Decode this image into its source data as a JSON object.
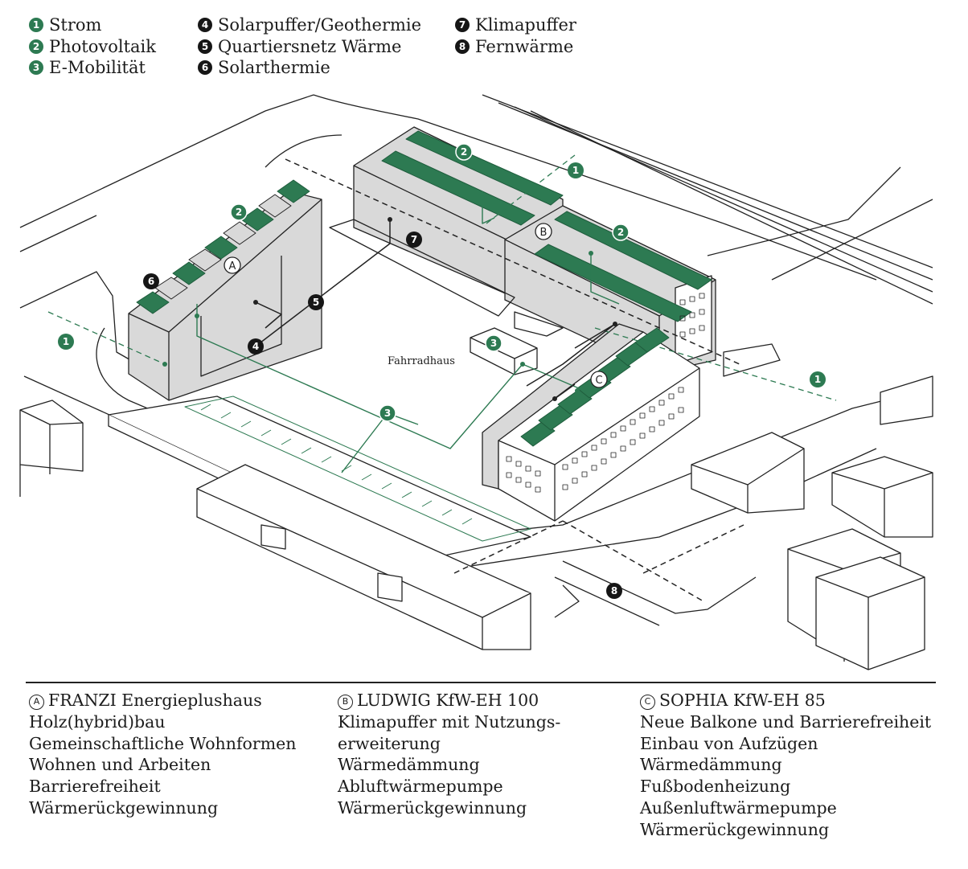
{
  "legend": {
    "col1": [
      {
        "num": "1",
        "label": "Strom",
        "color": "green"
      },
      {
        "num": "2",
        "label": "Photovoltaik",
        "color": "green"
      },
      {
        "num": "3",
        "label": "E-Mobilität",
        "color": "green"
      }
    ],
    "col2": [
      {
        "num": "4",
        "label": "Solarpuffer/Geothermie",
        "color": "black"
      },
      {
        "num": "5",
        "label": "Quartiersnetz Wärme",
        "color": "black"
      },
      {
        "num": "6",
        "label": "Solarthermie",
        "color": "black"
      }
    ],
    "col3": [
      {
        "num": "7",
        "label": "Klimapuffer",
        "color": "black"
      },
      {
        "num": "8",
        "label": "Fernwärme",
        "color": "black"
      }
    ]
  },
  "colors": {
    "green": "#2d7a52",
    "black": "#161616",
    "building_shade": "#d9d9d9",
    "line": "#222222"
  },
  "plan": {
    "bike_house_label": "Fahrradhaus",
    "building_letters": [
      "A",
      "B",
      "C"
    ],
    "marker_numbers": [
      "1",
      "1",
      "1",
      "2",
      "2",
      "2",
      "3",
      "3",
      "4",
      "5",
      "6",
      "7",
      "8"
    ]
  },
  "buildings": {
    "a": {
      "letter": "A",
      "title": "FRANZI Energieplushaus",
      "features": [
        "Holz(hybrid)bau",
        "Gemeinschaftliche Wohnformen",
        "Wohnen und Arbeiten",
        "Barrierefreiheit",
        "Wärmerückgewinnung"
      ]
    },
    "b": {
      "letter": "B",
      "title": "LUDWIG KfW-EH 100",
      "features": [
        "Klimapuffer mit Nutzungs-",
        "erweiterung",
        "Wärmedämmung",
        "Abluftwärmepumpe",
        "Wärmerückgewinnung"
      ]
    },
    "c": {
      "letter": "C",
      "title": "SOPHIA KfW-EH 85",
      "features": [
        "Neue Balkone und Barrierefreiheit",
        "Einbau von Aufzügen",
        "Wärmedämmung",
        "Fußbodenheizung",
        "Außenluftwärmepumpe",
        "Wärmerückgewinnung"
      ]
    }
  }
}
